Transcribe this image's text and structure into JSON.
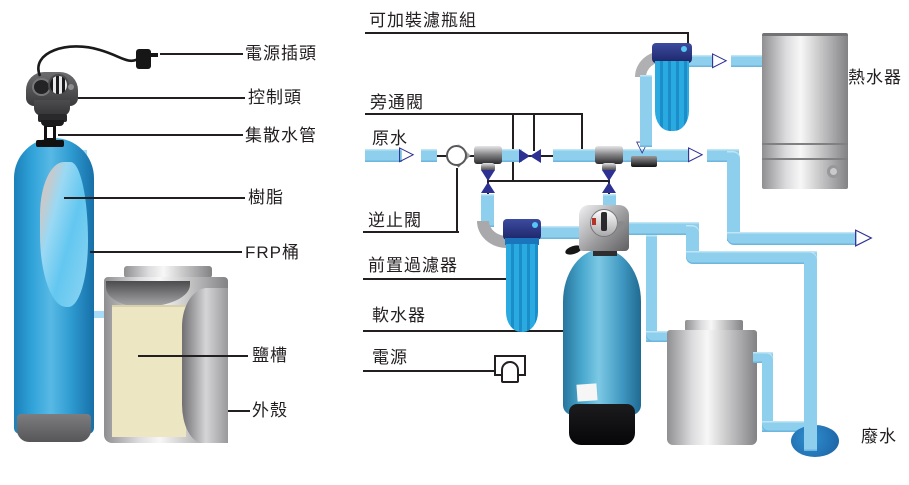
{
  "title": "water-softener-system-diagram",
  "left_diagram": {
    "labels": {
      "power_plug": "電源插頭",
      "control_head": "控制頭",
      "distribution_pipe": "集散水管",
      "resin": "樹脂",
      "frp_tank": "FRP桶",
      "salt_tank": "鹽槽",
      "outer_shell": "外殼"
    }
  },
  "right_diagram": {
    "labels": {
      "optional_filter_set": "可加裝濾瓶組",
      "bypass_valve": "旁通閥",
      "raw_water": "原水",
      "check_valve": "逆止閥",
      "pre_filter": "前置過濾器",
      "water_softener": "軟水器",
      "power": "電源",
      "water_heater": "熱水器",
      "waste_water": "廢水"
    }
  },
  "colors": {
    "pipe": "#8DCFEC",
    "pipe-light": "#A6DCF5",
    "navy": "#2E3192",
    "ink": "#231F20",
    "filter-blue": "#29ABE2",
    "cap-navy": "#27348B",
    "tank-blue": "#2E9FD4",
    "salt-beige": "#EDE6C3",
    "drain-blue": "#1B75BC",
    "metal-gray": "#A9A9AB"
  }
}
